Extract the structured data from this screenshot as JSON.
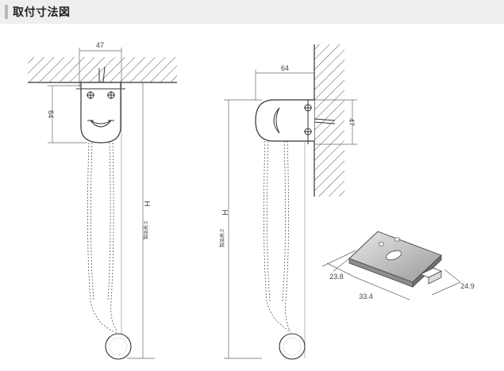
{
  "header": {
    "title": "取付寸法図"
  },
  "front_view": {
    "width_label": "47",
    "height_label": "64",
    "product_height_label": "製品高さ",
    "h_label": "H"
  },
  "side_view": {
    "depth_label": "64",
    "height_label": "47",
    "product_height_label": "製品高さ",
    "h_label": "H"
  },
  "bracket": {
    "dim_a": "23.8",
    "dim_b": "33.4",
    "dim_c": "24.9"
  }
}
